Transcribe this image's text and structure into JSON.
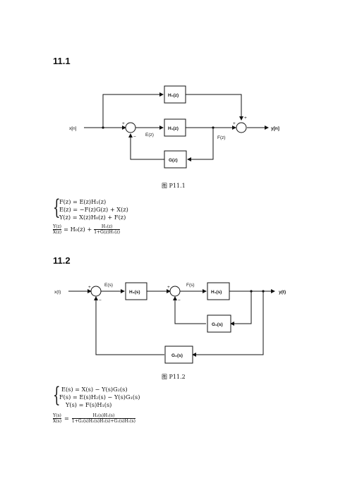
{
  "section1": {
    "title": "11.1",
    "figure": {
      "caption": "图 P11.1",
      "input_label": "x[n]",
      "output_label": "y[n]",
      "blocks": {
        "h0": "H₀(z)",
        "h1": "H₁(z)",
        "g": "G(z)"
      },
      "signals": {
        "e": "E(z)",
        "f": "F(z)"
      },
      "signs": {
        "plus": "+",
        "minus": "−"
      }
    },
    "equations": [
      "F(z) = E(z)H₁(z)",
      "E(z) = −F(z)G(z) + X(z)",
      "Y(z) = X(z)H₀(z) + F(z)"
    ],
    "result": {
      "lhs_num": "Y(z)",
      "lhs_den": "X(z)",
      "rhs_prefix": "= H₀(z) +",
      "rhs_num": "H₁(z)",
      "rhs_den": "1+G(z)H₁(z)"
    }
  },
  "section2": {
    "title": "11.2",
    "figure": {
      "caption": "图 P11.2",
      "input_label": "x(t)",
      "output_label": "y(t)",
      "blocks": {
        "h2": "H₂(s)",
        "h1": "H₁(s)",
        "g1": "G₁(s)",
        "g2": "G₂(s)"
      },
      "signals": {
        "e": "E(s)",
        "f": "F(s)"
      },
      "signs": {
        "plus": "+",
        "minus": "−"
      }
    },
    "equations": [
      "E(s) = X(s) − Y(s)G₂(s)",
      "F(s) = E(s)H₂(s) − Y(s)G₁(s)",
      "Y(s) = F(s)H₁(s)"
    ],
    "result": {
      "lhs_num": "Y(s)",
      "lhs_den": "X(s)",
      "rhs_prefix": "=",
      "rhs_num": "H₂(s)H₁(s)",
      "rhs_den": "1+G₂(s)H₂(s)H₁(s)+G₁(s)H₁(s)"
    }
  }
}
